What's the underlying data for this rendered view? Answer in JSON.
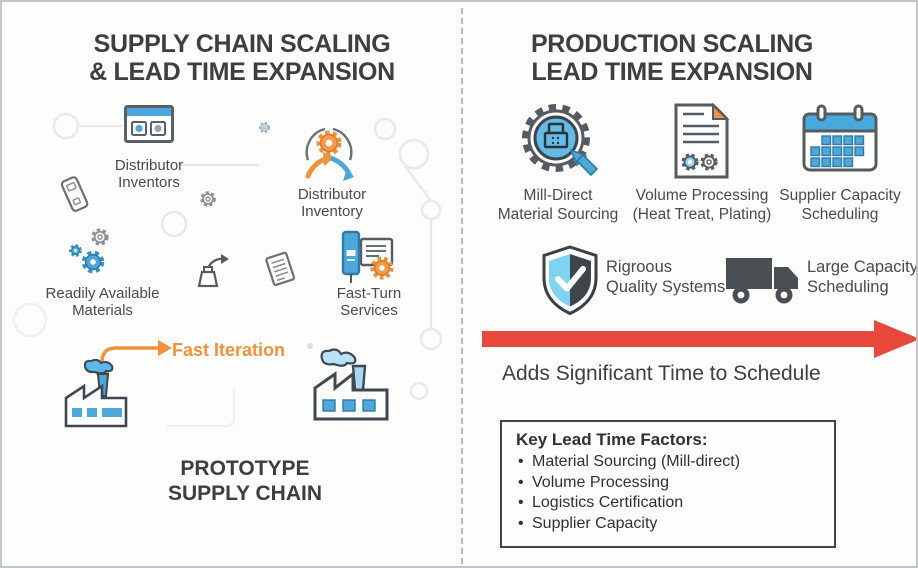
{
  "colors": {
    "orange": "#F0913D",
    "blue": "#4AA8DC",
    "light_blue": "#7FD3F2",
    "red": "#E8483C",
    "dark_slate": "#3E454C",
    "text_dark": "#3E3E3E",
    "text_medium": "#4A4A4A"
  },
  "left_panel": {
    "title_line1": "SUPPLY CHAIN SCALING",
    "title_line2": "& LEAD TIME EXPANSION",
    "node_distributor_inventors": {
      "line1": "Distributor",
      "line2": "Inventors",
      "icon": "browser-window-icon"
    },
    "node_distributor_inventory": {
      "line1": "Distributor",
      "line2": "Inventory",
      "icon": "sync-arrows-gear-icon"
    },
    "node_readily_available": {
      "line1": "Readily Available",
      "line2": "Materials",
      "icon": "gears-icon"
    },
    "node_fast_turn": {
      "line1": "Fast-Turn",
      "line2": "Services",
      "icon": "server-certificate-icon"
    },
    "fast_iteration_label": "Fast Iteration",
    "footer_line1": "PROTOTYPE",
    "footer_line2": "SUPPLY CHAIN"
  },
  "right_panel": {
    "title_line1": "PRODUCTION SCALING",
    "title_line2": "LEAD TIME EXPANSION",
    "item_mill_direct": {
      "line1": "Mill-Direct",
      "line2": "Material Sourcing",
      "icon": "gear-magnifier-icon"
    },
    "item_volume_processing": {
      "line1": "Volume Processing",
      "line2": "(Heat Treat, Plating)",
      "icon": "processing-document-icon"
    },
    "item_supplier_capacity": {
      "line1": "Supplier Capacity",
      "line2": "Scheduling",
      "icon": "calendar-icon"
    },
    "item_quality": {
      "line1": "Rigroous",
      "line2": "Quality Systems",
      "icon": "shield-check-icon"
    },
    "item_large_capacity": {
      "line1": "Large Capacity",
      "line2": "Scheduling",
      "icon": "truck-icon"
    },
    "arrow_caption": "Adds Significant Time to Schedule",
    "key_factors": {
      "heading": "Key Lead Time Factors:",
      "items": [
        "Material Sourcing (Mill-direct)",
        "Volume Processing",
        "Logistics Certification",
        "Supplier Capacity"
      ]
    }
  }
}
